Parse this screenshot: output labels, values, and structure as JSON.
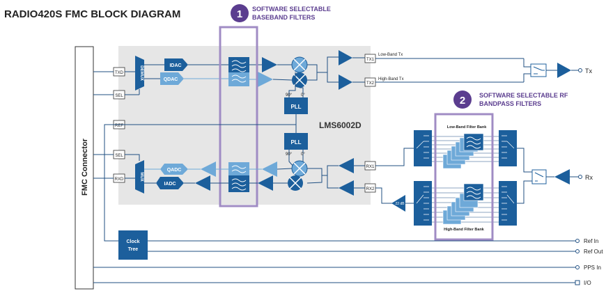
{
  "title": "RADIO420S FMC BLOCK DIAGRAM",
  "callout1": {
    "number": "1",
    "line1": "SOFTWARE SELECTABLE",
    "line2": "BASEBAND FILTERS"
  },
  "callout2": {
    "number": "2",
    "line1": "SOFTWARE SELECTABLE RF",
    "line2": "BANDPASS FILTERS"
  },
  "fmc_connector": "FMC Connector",
  "chip_name": "LMS6002D",
  "ports": {
    "txd": "TXD",
    "sel1": "SEL",
    "ref": "REF",
    "sel2": "SEL",
    "rxd": "RXD"
  },
  "demux": "DEMUX",
  "mux": "MUX",
  "idac": "IDAC",
  "qdac": "QDAC",
  "qadc": "QADC",
  "iadc": "IADC",
  "pll_tx": "PLL",
  "pll_rx": "PLL",
  "phase_tx": {
    "p90": "90°",
    "p0": "0°"
  },
  "phase_rx": {
    "p90": "90°",
    "p0": "0°"
  },
  "tx1": "TX1",
  "tx2": "TX2",
  "rx1": "RX1",
  "rx2": "RX2",
  "low_band_tx": "Low-Band Tx",
  "high_band_tx": "High-Band Tx",
  "low_band_filter_bank": "Low-Band Filter Bank",
  "high_band_filter_bank": "High-Band Filter Bank",
  "lna_gain": "22 dB",
  "tx_label": "Tx",
  "rx_label": "Rx",
  "clock_tree": {
    "line1": "Clock",
    "line2": "Tree"
  },
  "ref_in": "Ref In",
  "ref_out": "Ref Out",
  "pps_in": "PPS In",
  "io": "I/O",
  "colors": {
    "blue": "#1c5f9c",
    "light_blue": "#6ea9d8",
    "purple": "#5b3d8f",
    "purple_light": "#a08cc4",
    "gray_bg": "#e6e6e6",
    "line": "#1f4f82"
  }
}
